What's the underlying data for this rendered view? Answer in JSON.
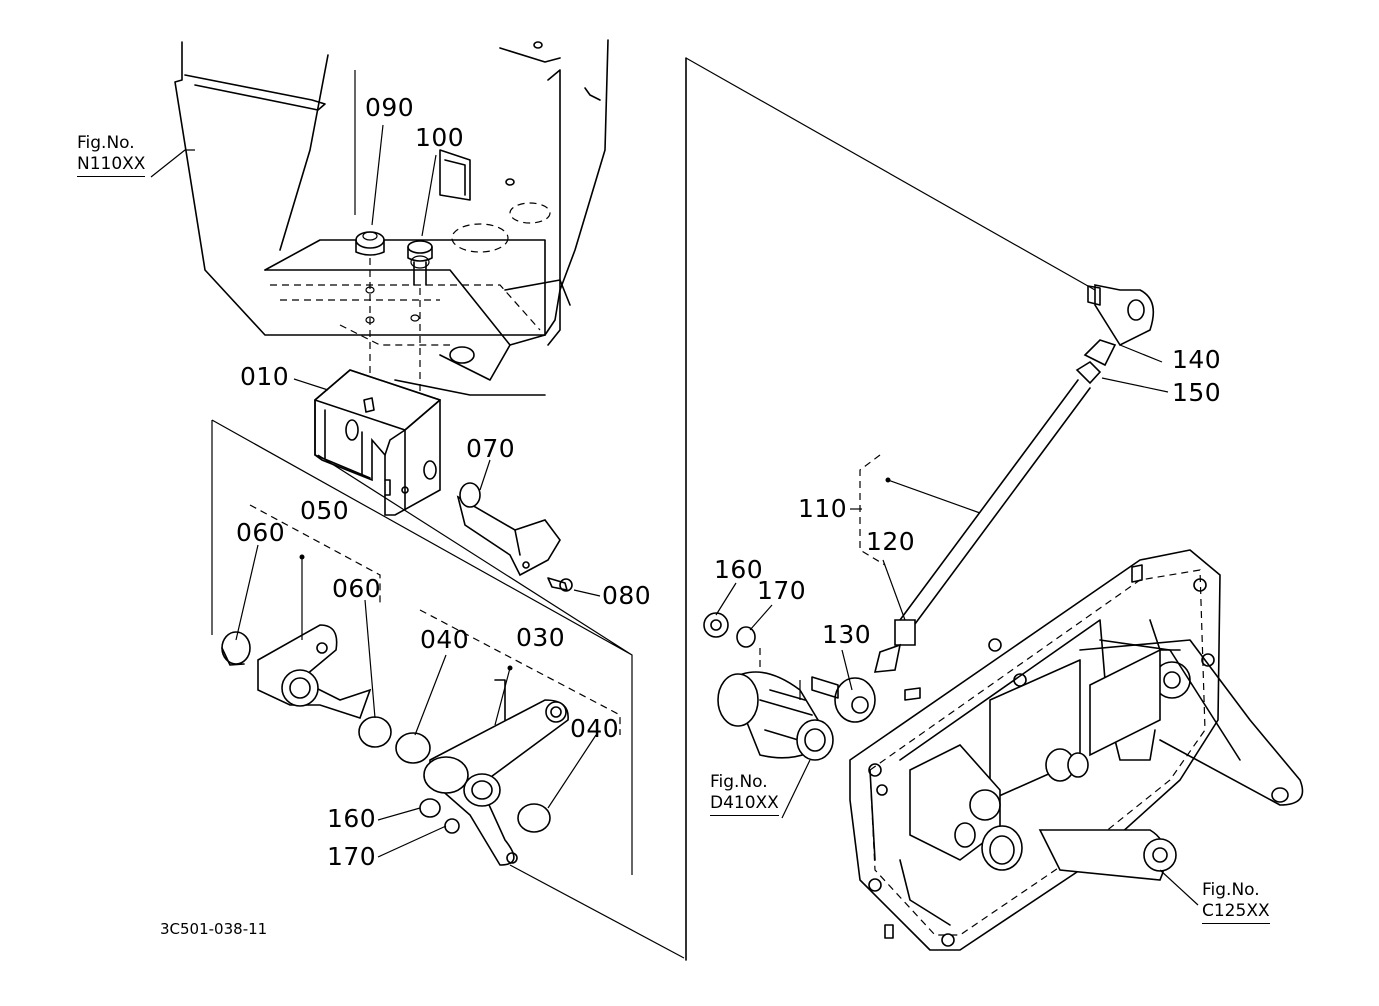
{
  "diagram_code": "3C501-038-11",
  "part_callouts": [
    "010",
    "030",
    "040",
    "040",
    "050",
    "060",
    "060",
    "070",
    "080",
    "090",
    "100",
    "110",
    "120",
    "130",
    "140",
    "150",
    "160",
    "170",
    "160",
    "170"
  ],
  "figure_refs": {
    "upper_left": {
      "prefix": "Fig.No.",
      "code": "N110XX"
    },
    "lower_middle": {
      "prefix": "Fig.No.",
      "code": "D410XX"
    },
    "lower_right": {
      "prefix": "Fig.No.",
      "code": "C125XX"
    }
  }
}
